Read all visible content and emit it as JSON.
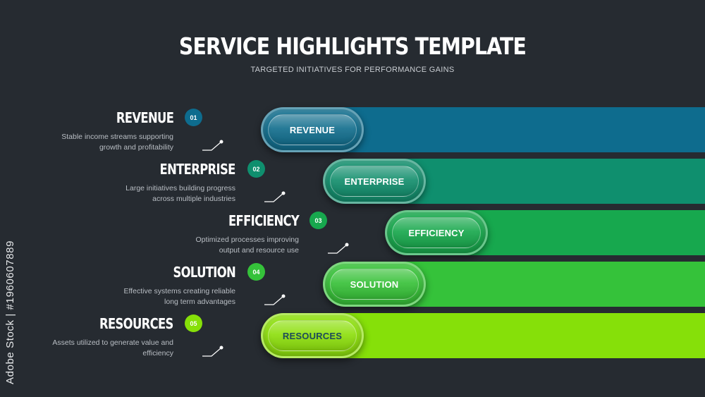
{
  "header": {
    "title": "SERVICE HIGHLIGHTS TEMPLATE",
    "subtitle": "TARGETED INITIATIVES FOR PERFORMANCE GAINS"
  },
  "items": [
    {
      "number": "01",
      "heading": "REVENUE",
      "pill_label": "REVENUE",
      "description": "Stable income streams supporting growth and profitability",
      "color": "#0e6c8e",
      "pill_color": "#15708f",
      "label_color": "#ffffff"
    },
    {
      "number": "02",
      "heading": "ENTERPRISE",
      "pill_label": "ENTERPRISE",
      "description": "Large initiatives building progress across multiple industries",
      "color": "#0f8f6e",
      "pill_color": "#16906f",
      "label_color": "#ffffff"
    },
    {
      "number": "03",
      "heading": "EFFICIENCY",
      "pill_label": "EFFICIENCY",
      "description": "Optimized processes improving output and resource use",
      "color": "#17a84e",
      "pill_color": "#1ba94f",
      "label_color": "#ffffff"
    },
    {
      "number": "04",
      "heading": "SOLUTION",
      "pill_label": "SOLUTION",
      "description": "Effective systems creating reliable long term advantages",
      "color": "#35c23a",
      "pill_color": "#3ac23b",
      "label_color": "#ffffff"
    },
    {
      "number": "05",
      "heading": "RESOURCES",
      "pill_label": "RESOURCES",
      "description": "Assets utilized to generate value and efficiency",
      "color": "#86e009",
      "pill_color": "#8fe010",
      "label_color": "#1e4a5a"
    }
  ],
  "watermark": "Adobe Stock | #1960607889"
}
